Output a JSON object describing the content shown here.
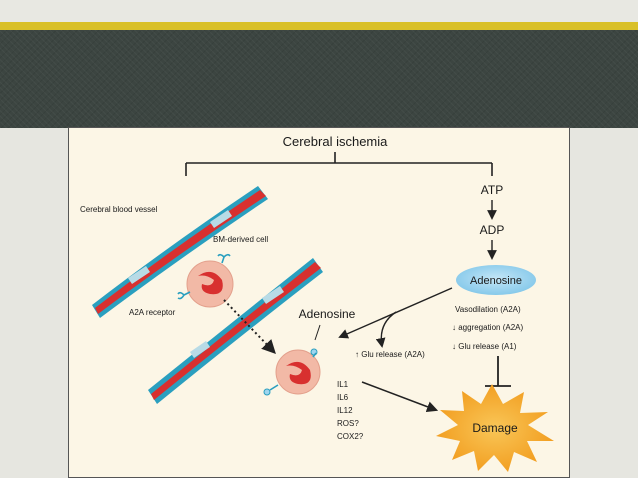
{
  "diagram": {
    "title": "Cerebral ischemia",
    "vessel_label": "Cerebral blood vessel",
    "cell_label": "BM-derived cell",
    "receptor_label": "A2A receptor",
    "adenosine_center": "Adenosine",
    "atp": "ATP",
    "adp": "ADP",
    "adenosine_node": "Adenosine",
    "vasodilation": "Vasodilation (A2A)",
    "aggregation": "↓ aggregation (A2A)",
    "glu_release_a1": "↓ Glu release (A1)",
    "glu_release_a2a": "↑ Glu release (A2A)",
    "cytokines": [
      "IL1",
      "IL6",
      "IL12",
      "ROS?",
      "COX2?"
    ],
    "damage": "Damage",
    "colors": {
      "vessel_red": "#d8302f",
      "vessel_blue": "#2a9fbf",
      "cell_pink": "#f2b9a6",
      "adenosine_blue": "#9fd5ef",
      "damage_orange": "#f6b035",
      "header_dark": "#3c4541",
      "gold_bar": "#d9c028"
    }
  }
}
